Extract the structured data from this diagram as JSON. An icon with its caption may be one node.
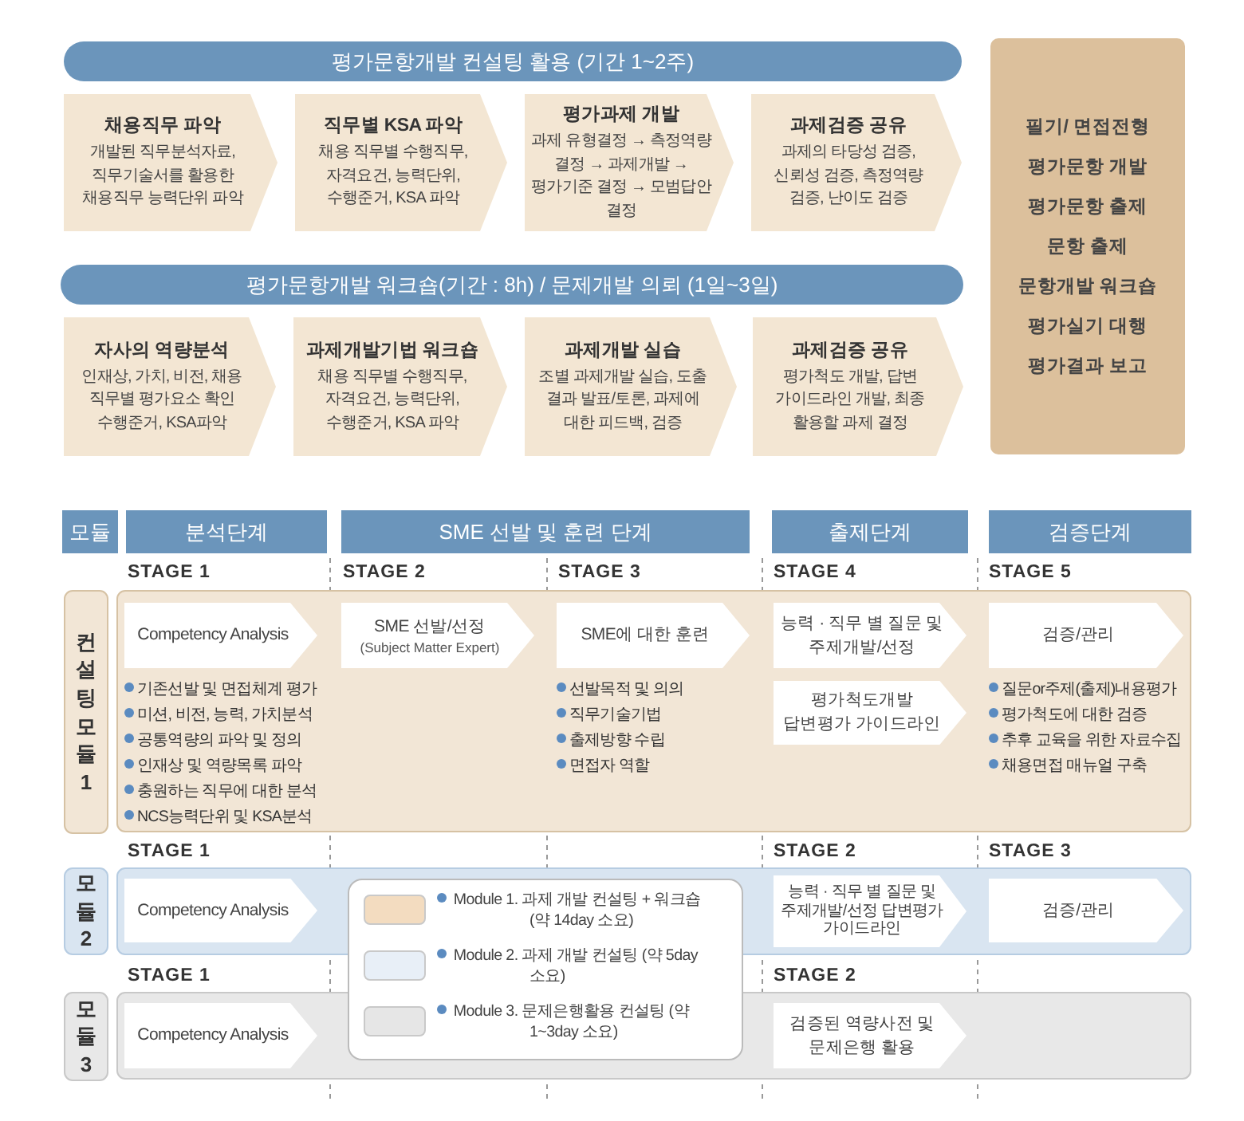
{
  "diagram": {
    "nodes": [
      {
        "text": [
          "평가문항개발 컨설팅 활용 (기간 1~2주)"
        ]
      },
      {
        "text": [
          "채용직무 파악",
          "개발된 직무분석자료, 직무기술서를 활용한 채용직무 능력단위 파악"
        ]
      },
      {
        "text": [
          "직무별 KSA 파악",
          "채용 직무별 수행직무, 자격요건, 능력단위, 수행준거, KSA 파악"
        ]
      },
      {
        "text": [
          "평가과제 개발",
          "과제 유형결정 → 측정역량 결정 → 과제개발 → 평가기준 결정 → 모범답안 결정"
        ]
      },
      {
        "text": [
          "과제검증 공유",
          "과제의 타당성 검증, 신뢰성 검증, 측정역량 검증, 난이도 검증"
        ]
      },
      {
        "text": [
          "평가문항개발 워크숍(기간 : 8h) / 문제개발 의뢰 (1일~3일)"
        ]
      },
      {
        "text": [
          "자사의 역량분석",
          "인재상, 가치, 비전, 채용 직무별 평가요소 확인 수행준거, KSA파악"
        ]
      },
      {
        "text": [
          "과제개발기법 워크숍",
          "채용 직무별 수행직무, 자격요건, 능력단위, 수행준거, KSA 파악"
        ]
      },
      {
        "text": [
          "과제개발 실습",
          "조별 과제개발 실습, 도출 결과 발표/토론, 과제에 대한 피드백, 검증"
        ]
      },
      {
        "text": [
          "과제검증 공유",
          "평가척도 개발, 답변 가이드라인 개발, 최종 활용할 과제 결정"
        ]
      },
      {
        "text": [
          "필기/ 면접전형",
          "평가문항 개발",
          "평가문항 출제",
          "문항 출제",
          "문항개발 워크숍",
          "평가실기 대행",
          "평가결과 보고"
        ]
      },
      {
        "text": [
          "모듈"
        ]
      },
      {
        "text": [
          "분석단계"
        ]
      },
      {
        "text": [
          "SME 선발 및 훈련 단계"
        ]
      },
      {
        "text": [
          "출제단계"
        ]
      },
      {
        "text": [
          "검증단계"
        ]
      },
      {
        "text": [
          "컨설팅 모듈 1"
        ]
      },
      {
        "text": [],
        "shape": "box"
      },
      {
        "text": [
          "Competency Analysis"
        ],
        "in": 17
      },
      {
        "text": [
          "SME 선발/선정",
          "(Subject Matter Expert)"
        ],
        "in": 17
      },
      {
        "text": [
          "SME에 대한 훈련"
        ],
        "in": 17
      },
      {
        "text": [
          "능력 · 직무 별 질문 및 주제개발/선정"
        ],
        "in": 17
      },
      {
        "text": [
          "평가척도개발 답변평가 가이드라인"
        ],
        "in": 17
      },
      {
        "text": [
          "검증/관리"
        ],
        "in": 17
      },
      {
        "text": [
          "모듈 2"
        ]
      },
      {
        "text": [],
        "shape": "box"
      },
      {
        "text": [
          "Competency Analysis"
        ],
        "in": 25
      },
      {
        "text": [
          "능력 · 직무 별 질문 및 주제개발/선정 답변평가 가이드라인"
        ],
        "in": 25
      },
      {
        "text": [
          "검증/관리"
        ],
        "in": 25
      },
      {
        "text": [
          "모듈 3"
        ]
      },
      {
        "text": [],
        "shape": "box"
      },
      {
        "text": [
          "Competency Analysis"
        ],
        "in": 30
      },
      {
        "text": [
          "검증된 역량사전 및 문제은행 활용"
        ],
        "in": 30
      }
    ],
    "labels": [
      "STAGE 1",
      "STAGE 2",
      "STAGE 3",
      "STAGE 4",
      "STAGE 5",
      "기존선발 및 면접체계 평가",
      "미션, 비전, 능력, 가치분석",
      "공통역량의 파악 및 정의",
      "인재상 및 역량목록 파악",
      "충원하는 직무에 대한 분석",
      "NCS능력단위 및 KSA분석",
      "선발목적 및 의의",
      "직무기술기법",
      "출제방향 수립",
      "면접자 역할",
      "질문or주제(출제)내용평가",
      "평가척도에 대한 검증",
      "추후 교육을 위한 자료수집",
      "채용면접 매뉴얼 구축",
      "STAGE 1",
      "STAGE 2",
      "STAGE 3",
      "STAGE 1",
      "STAGE 2"
    ],
    "legend": [
      {
        "text": "Module 1. 과제 개발 컨설팅 + 워크숍 (약 14day 소요)",
        "color": "#f3dcc0"
      },
      {
        "text": "Module 2. 과제 개발 컨설팅 (약 5day 소요)",
        "color": "#e8eff7"
      },
      {
        "text": "Module 3. 문제은행활용 컨설팅 (약 1~3day 소요)",
        "color": "#e6e6e6"
      }
    ]
  }
}
